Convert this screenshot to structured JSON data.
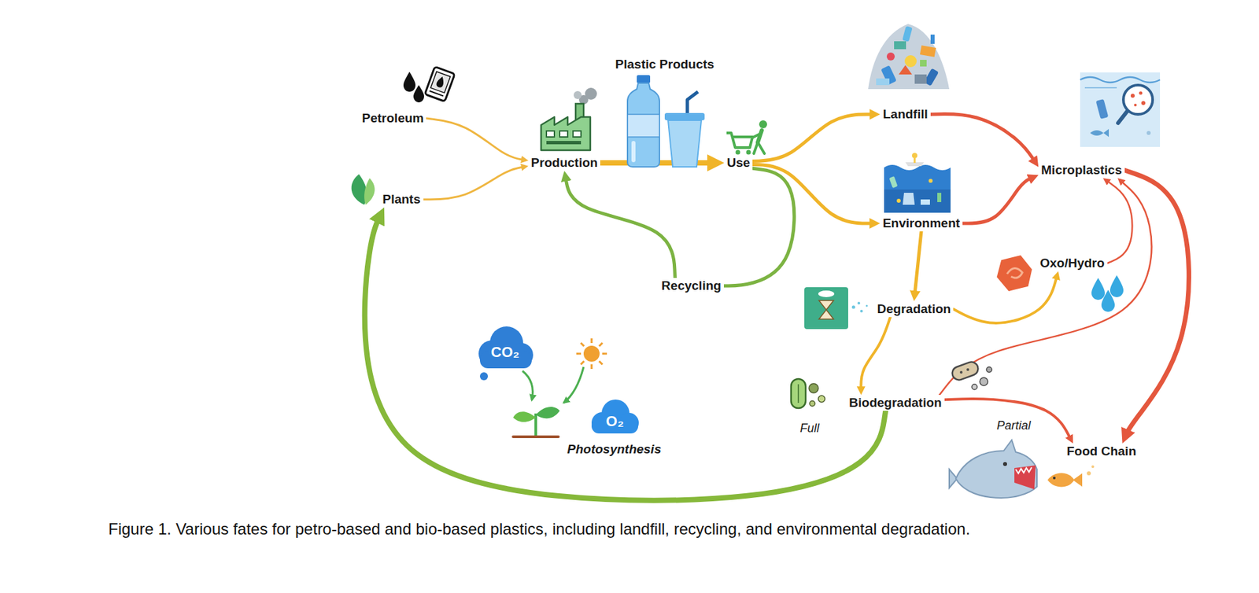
{
  "diagram": {
    "caption": "Figure 1. Various fates for petro-based and bio-based plastics, including landfill, recycling, and environmental degradation.",
    "nodes": [
      {
        "text": [
          "Petroleum"
        ]
      },
      {
        "text": [
          "Plants"
        ]
      },
      {
        "text": [
          "Production"
        ]
      },
      {
        "text": [
          "Use"
        ]
      },
      {
        "text": [
          "Recycling"
        ]
      },
      {
        "text": [
          "Landfill"
        ]
      },
      {
        "text": [
          "Environment"
        ]
      },
      {
        "text": [
          "Degradation"
        ]
      },
      {
        "text": [
          "Biodegradation"
        ]
      },
      {
        "text": [
          "Microplastics"
        ]
      },
      {
        "text": [
          "Oxo/Hydro"
        ]
      },
      {
        "text": [
          "Food Chain"
        ]
      }
    ],
    "edges": [
      {
        "from": 0,
        "to": 2,
        "arrow": "to"
      },
      {
        "from": 1,
        "to": 2,
        "arrow": "to"
      },
      {
        "from": 2,
        "to": 3,
        "arrow": "to"
      },
      {
        "from": 3,
        "to": 5,
        "arrow": "to"
      },
      {
        "from": 3,
        "to": 6,
        "arrow": "to"
      },
      {
        "from": 3,
        "to": 4,
        "arrow": "none"
      },
      {
        "from": 4,
        "to": 2,
        "arrow": "to"
      },
      {
        "from": 5,
        "to": 9,
        "arrow": "to"
      },
      {
        "from": 6,
        "to": 9,
        "arrow": "to"
      },
      {
        "from": 6,
        "to": 7,
        "arrow": "to"
      },
      {
        "from": 7,
        "to": 10,
        "arrow": "to"
      },
      {
        "from": 7,
        "to": 8,
        "arrow": "to"
      },
      {
        "from": 10,
        "to": 9,
        "arrow": "to"
      },
      {
        "from": 8,
        "to": 9,
        "arrow": "to"
      },
      {
        "from": 8,
        "to": 11,
        "arrow": "to"
      },
      {
        "from": 9,
        "to": 11,
        "arrow": "to"
      },
      {
        "from": 8,
        "to": 1,
        "arrow": "to"
      }
    ],
    "labels": [
      "Plastic Products",
      "CO₂",
      "O₂",
      "Photosynthesis",
      "Full",
      "Partial"
    ]
  }
}
